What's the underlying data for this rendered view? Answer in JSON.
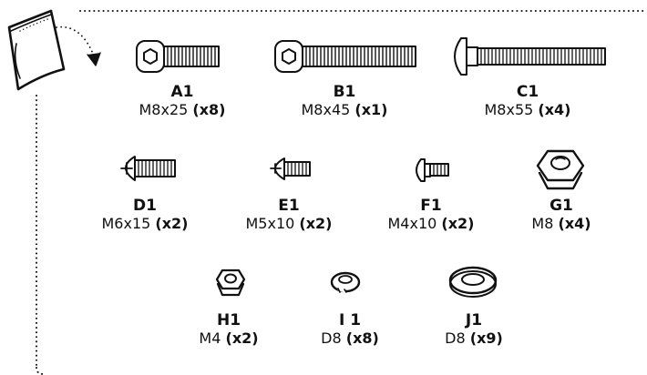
{
  "hardware": {
    "bag_icon": "hardware-bag-icon",
    "items": [
      {
        "code": "A1",
        "size": "M8x25",
        "qty": "(x8)",
        "icon": "socket-head-bolt-icon"
      },
      {
        "code": "B1",
        "size": "M8x45",
        "qty": "(x1)",
        "icon": "socket-head-bolt-icon"
      },
      {
        "code": "C1",
        "size": "M8x55",
        "qty": "(x4)",
        "icon": "carriage-bolt-icon"
      },
      {
        "code": "D1",
        "size": "M6x15",
        "qty": "(x2)",
        "icon": "phillips-pan-screw-icon"
      },
      {
        "code": "E1",
        "size": "M5x10",
        "qty": "(x2)",
        "icon": "phillips-pan-screw-icon"
      },
      {
        "code": "F1",
        "size": "M4x10",
        "qty": "(x2)",
        "icon": "carriage-bolt-icon"
      },
      {
        "code": "G1",
        "size": "M8",
        "qty": "(x4)",
        "icon": "hex-nut-icon"
      },
      {
        "code": "H1",
        "size": "M4",
        "qty": "(x2)",
        "icon": "hex-nut-icon"
      },
      {
        "code": "I 1",
        "size": "D8",
        "qty": "(x8)",
        "icon": "split-lock-washer-icon"
      },
      {
        "code": "J1",
        "size": "D8",
        "qty": "(x9)",
        "icon": "flat-washer-icon"
      }
    ]
  }
}
